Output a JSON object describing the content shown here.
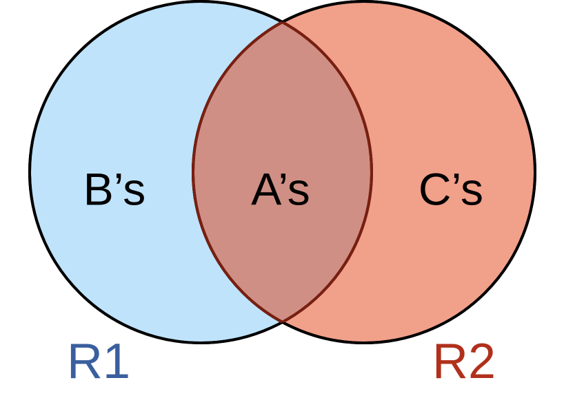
{
  "diagram": {
    "type": "venn",
    "sets": [
      {
        "id": "left",
        "label": "R1",
        "fill": "#BFE3FB",
        "label_color": "#3A5F9E"
      },
      {
        "id": "right",
        "label": "R2",
        "fill": "#F1A08A",
        "label_color": "#B0301C"
      }
    ],
    "overlap_fill": "#CF8F84",
    "overlap_stroke": "#7A1E10",
    "stroke_color": "#000000",
    "regions": {
      "left_only": "B’s",
      "intersection": "A’s",
      "right_only": "C’s"
    }
  }
}
